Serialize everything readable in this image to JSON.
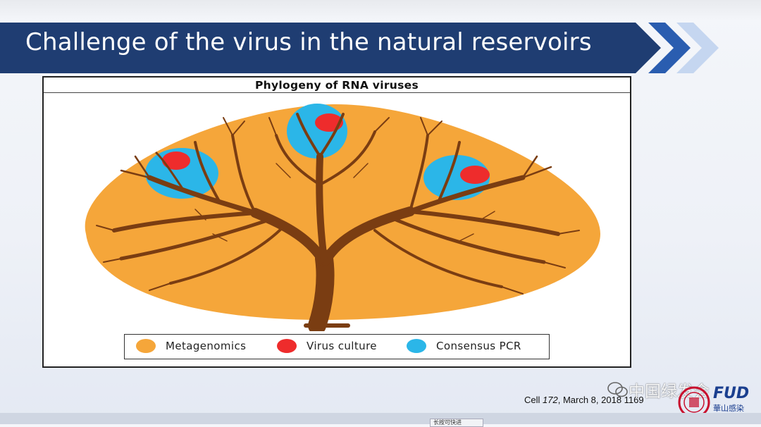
{
  "slide": {
    "title": "Challenge of the virus in the natural reservoirs"
  },
  "figure": {
    "title": "Phylogeny of RNA viruses",
    "legend": [
      {
        "label": "Metagenomics",
        "color": "#f5a63a"
      },
      {
        "label": "Virus culture",
        "color": "#ee2c2c"
      },
      {
        "label": "Consensus PCR",
        "color": "#2bb6e8"
      }
    ],
    "colors": {
      "canopy": "#f5a63a",
      "trunk": "#7a3d12",
      "pcr_circle": "#2bb6e8",
      "culture_circle": "#ee2c2c"
    }
  },
  "citation": {
    "journal": "Cell ",
    "volume": "172",
    "rest": ", March 8, 2018 1169"
  },
  "watermark": {
    "text": "中国绿发会",
    "logo_text": "FUD",
    "logo_subtext": "華山感染"
  },
  "taskbar": {
    "tab_label": "长按可快进"
  },
  "theme": {
    "banner_dark": "#1f3d72",
    "banner_chevron_1": "#2a5db0",
    "banner_chevron_2": "#c5d6f0"
  }
}
